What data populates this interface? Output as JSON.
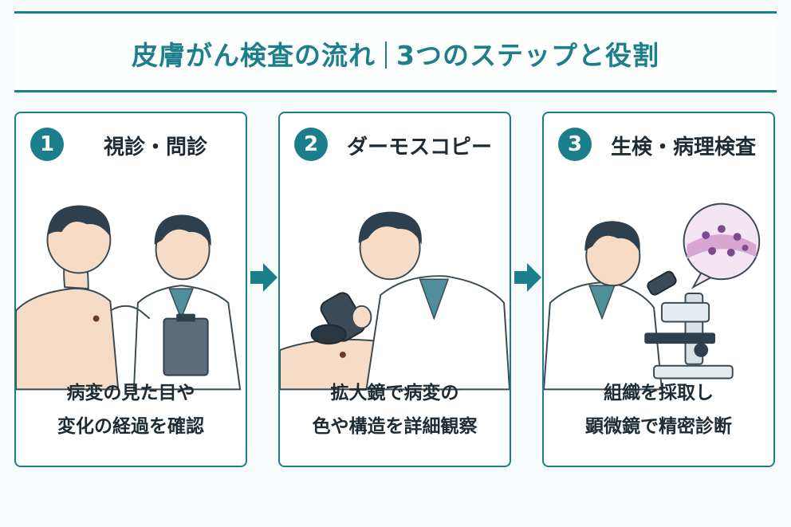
{
  "title": {
    "main": "皮膚がん検査の流れ",
    "sub": "3つのステップと役割"
  },
  "steps": [
    {
      "number": "1",
      "title": "視診・問診",
      "desc_line1": "病変の見た目や",
      "desc_line2": "変化の経過を確認",
      "illustration": "doctor-examining-patient"
    },
    {
      "number": "2",
      "title": "ダーモスコピー",
      "desc_line1": "拡大鏡で病変の",
      "desc_line2": "色や構造を詳細観察",
      "illustration": "doctor-with-dermatoscope"
    },
    {
      "number": "3",
      "title": "生検・病理検査",
      "desc_line1": "組織を採取し",
      "desc_line2": "顕微鏡で精密診断",
      "illustration": "doctor-with-microscope"
    }
  ],
  "colors": {
    "accent": "#1a7f8a",
    "text": "#1e2b33",
    "background": "#f7fbfc"
  }
}
